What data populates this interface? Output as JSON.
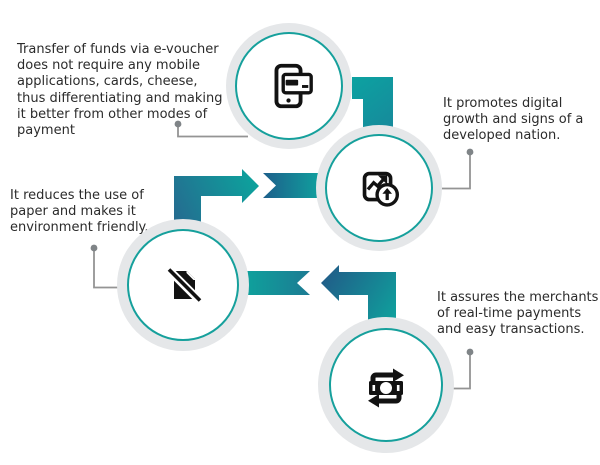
{
  "diagram": {
    "type": "infographic-flow",
    "topic": "e-voucher payment benefits",
    "colors": {
      "background": "#ffffff",
      "circle_ring_gray": "#e5e7e9",
      "circle_stroke_teal": "#16a09c",
      "arrow_teal": "#0fa29e",
      "arrow_dark_blue": "#215e89",
      "connector_gray": "#949494",
      "icon_black": "#121212",
      "text_color": "#2b2b2b"
    },
    "steps": [
      {
        "id": 1,
        "icon": "phone-card-payment-icon",
        "text": "Transfer of funds via e-voucher\ndoes not require any mobile\napplications, cards, cheese,\nthus differentiating and making\nit better from other modes of\npayment"
      },
      {
        "id": 2,
        "icon": "digital-growth-icon",
        "text": "It promotes digital\ngrowth and signs of a\ndeveloped nation."
      },
      {
        "id": 3,
        "icon": "no-paper-icon",
        "text": "It reduces the use of\npaper and makes it\nenvironment friendly."
      },
      {
        "id": 4,
        "icon": "money-exchange-icon",
        "text": "It assures the merchants\nof real-time payments\nand easy transactions."
      }
    ]
  }
}
